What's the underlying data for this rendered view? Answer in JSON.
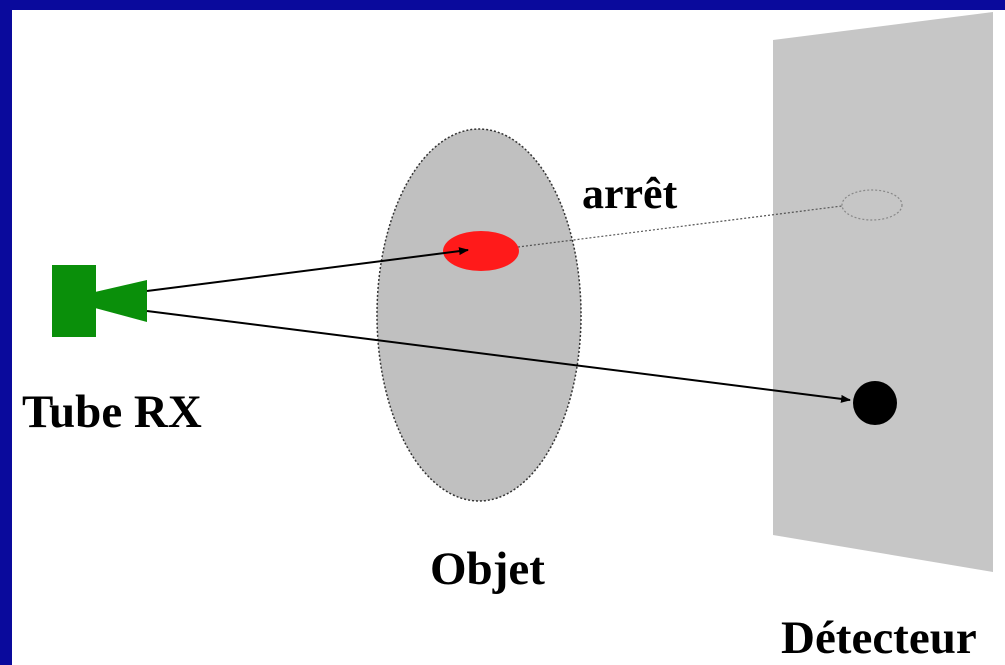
{
  "labels": {
    "tube": "Tube RX",
    "objet": "Objet",
    "arret": "arrêt",
    "detecteur": "Détecteur"
  },
  "colors": {
    "border": "#0a0a9c",
    "background": "#ffffff",
    "tube": "#0a8f0a",
    "object_fill": "#c0c0c0",
    "detector_fill": "#c6c6c6",
    "stopped_spot": "#ff1a1a",
    "detected_spot": "#000000"
  },
  "icons": {
    "tube": "x-ray-tube-icon"
  }
}
